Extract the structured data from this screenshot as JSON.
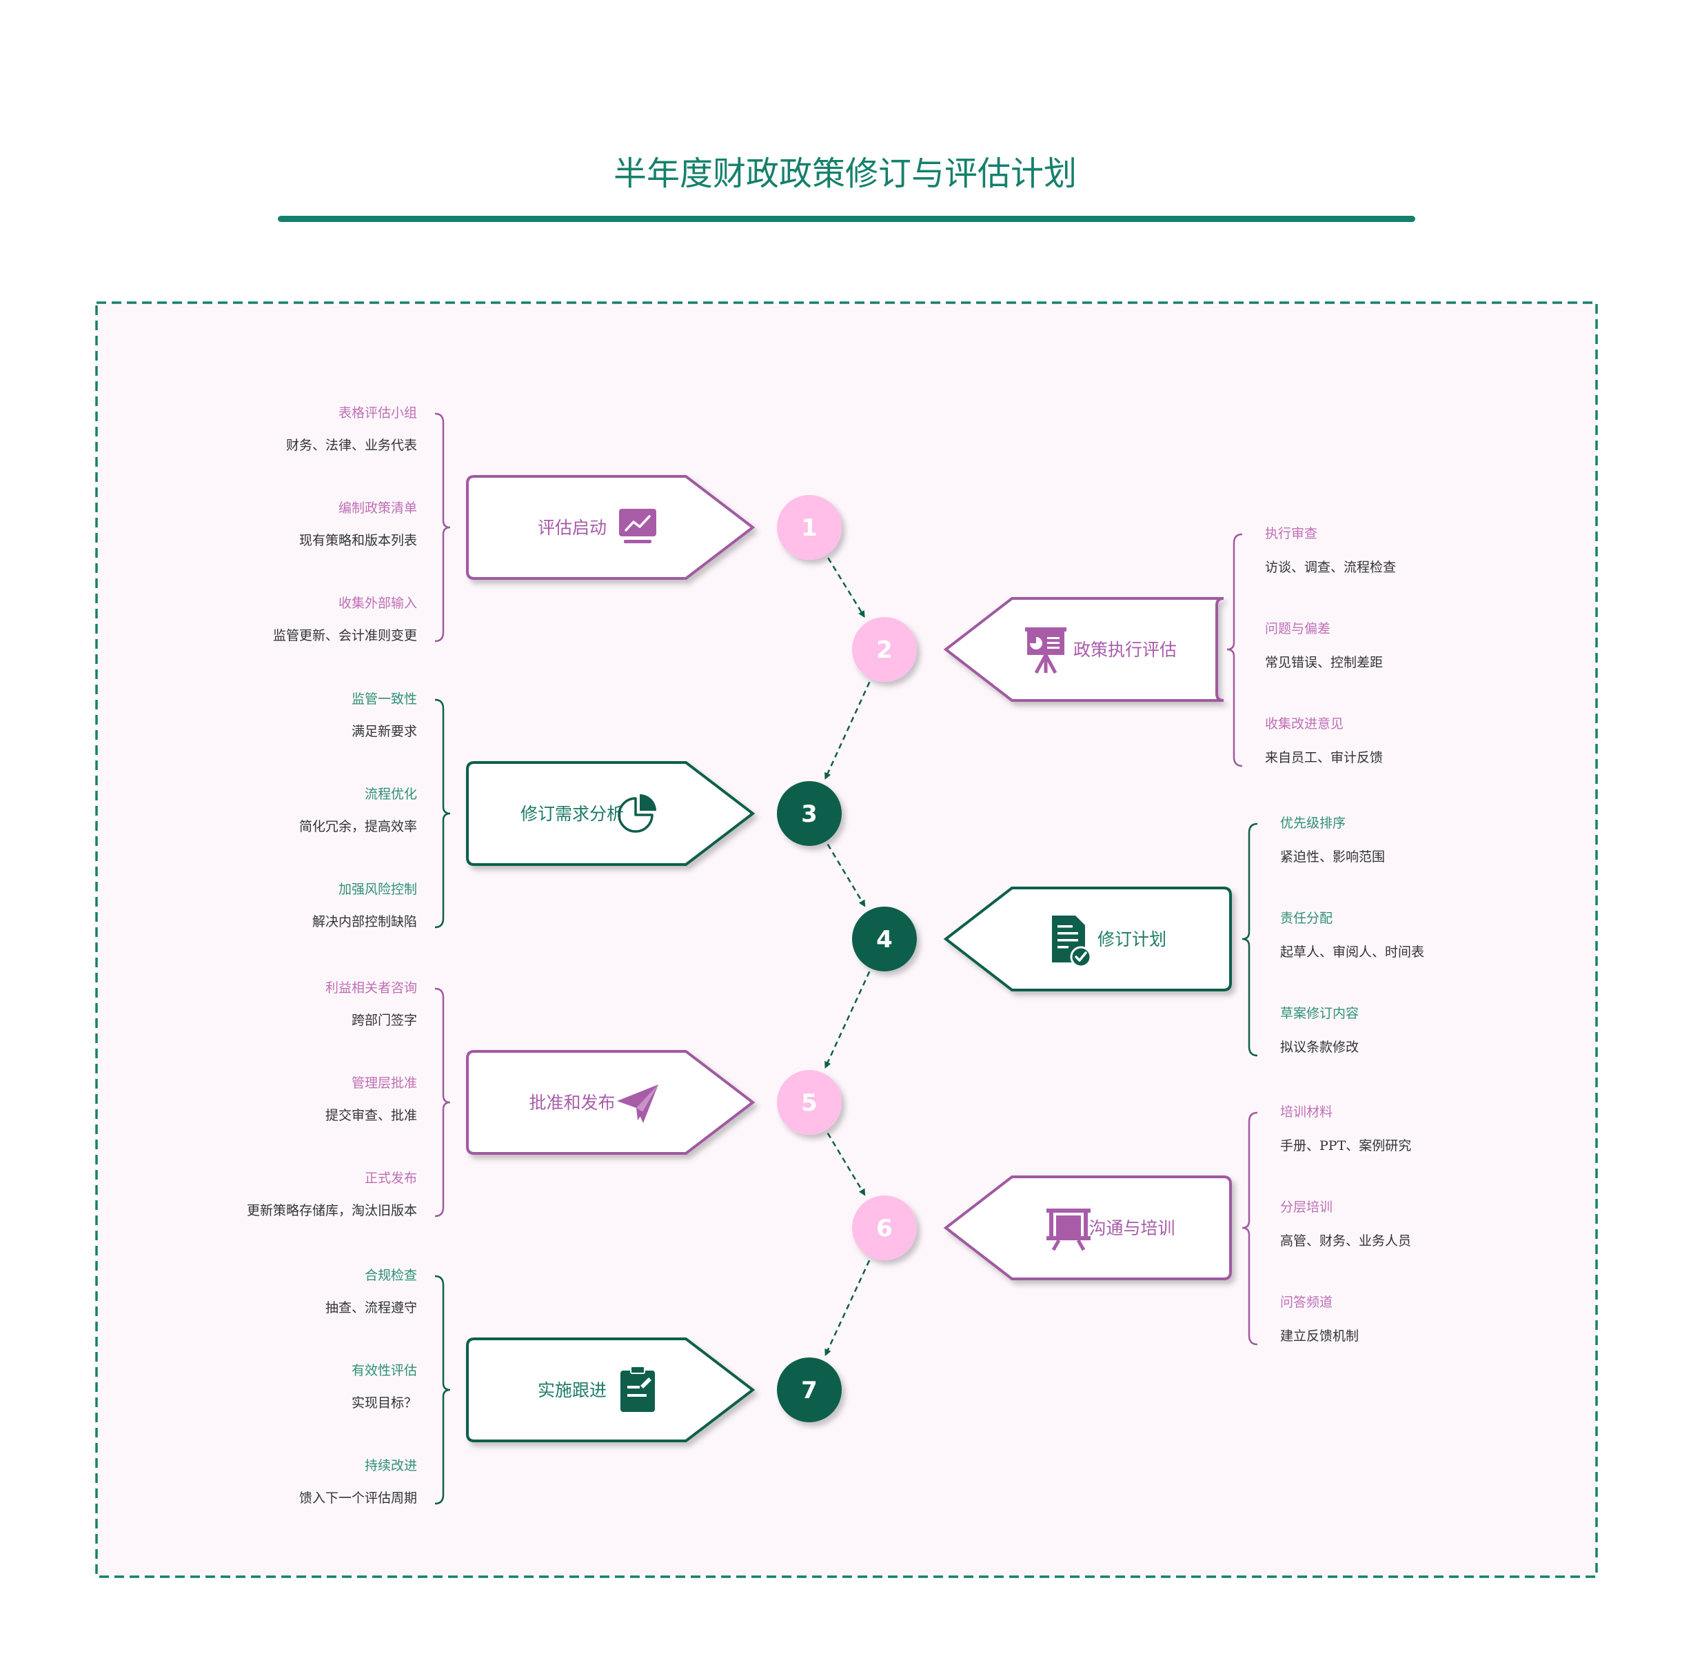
{
  "title": "半年度财政政策修订与评估计划",
  "colors": {
    "green": "#0f5e4c",
    "pink": "#a05aa0",
    "pink_light": "#ffbfe8",
    "bg_panel": "#fdf7fb"
  },
  "steps": [
    {
      "num": "1",
      "label": "评估启动",
      "icon": "monitor-chart-icon",
      "items": [
        {
          "title": "表格评估小组",
          "detail": "财务、法律、业务代表"
        },
        {
          "title": "编制政策清单",
          "detail": "现有策略和版本列表"
        },
        {
          "title": "收集外部输入",
          "detail": "监管更新、会计准则变更"
        }
      ]
    },
    {
      "num": "2",
      "label": "政策执行评估",
      "icon": "presentation-board-icon",
      "items": [
        {
          "title": "执行审查",
          "detail": "访谈、调查、流程检查"
        },
        {
          "title": "问题与偏差",
          "detail": "常见错误、控制差距"
        },
        {
          "title": "收集改进意见",
          "detail": "来自员工、审计反馈"
        }
      ]
    },
    {
      "num": "3",
      "label": "修订需求分析",
      "icon": "pie-chart-icon",
      "items": [
        {
          "title": "监管一致性",
          "detail": "满足新要求"
        },
        {
          "title": "流程优化",
          "detail": "简化冗余，提高效率"
        },
        {
          "title": "加强风险控制",
          "detail": "解决内部控制缺陷"
        }
      ]
    },
    {
      "num": "4",
      "label": "修订计划",
      "icon": "document-check-icon",
      "items": [
        {
          "title": "优先级排序",
          "detail": "紧迫性、影响范围"
        },
        {
          "title": "责任分配",
          "detail": "起草人、审阅人、时间表"
        },
        {
          "title": "草案修订内容",
          "detail": "拟议条款修改"
        }
      ]
    },
    {
      "num": "5",
      "label": "批准和发布",
      "icon": "paper-plane-icon",
      "items": [
        {
          "title": "利益相关者咨询",
          "detail": "跨部门签字"
        },
        {
          "title": "管理层批准",
          "detail": "提交审查、批准"
        },
        {
          "title": "正式发布",
          "detail": "更新策略存储库，淘汰旧版本"
        }
      ]
    },
    {
      "num": "6",
      "label": "沟通与培训",
      "icon": "training-board-icon",
      "items": [
        {
          "title": "培训材料",
          "detail": "手册、PPT、案例研究"
        },
        {
          "title": "分层培训",
          "detail": "高管、财务、业务人员"
        },
        {
          "title": "问答频道",
          "detail": "建立反馈机制"
        }
      ]
    },
    {
      "num": "7",
      "label": "实施跟进",
      "icon": "clipboard-icon",
      "items": [
        {
          "title": "合规检查",
          "detail": "抽查、流程遵守"
        },
        {
          "title": "有效性评估",
          "detail": "实现目标？"
        },
        {
          "title": "持续改进",
          "detail": "馈入下一个评估周期"
        }
      ]
    }
  ]
}
